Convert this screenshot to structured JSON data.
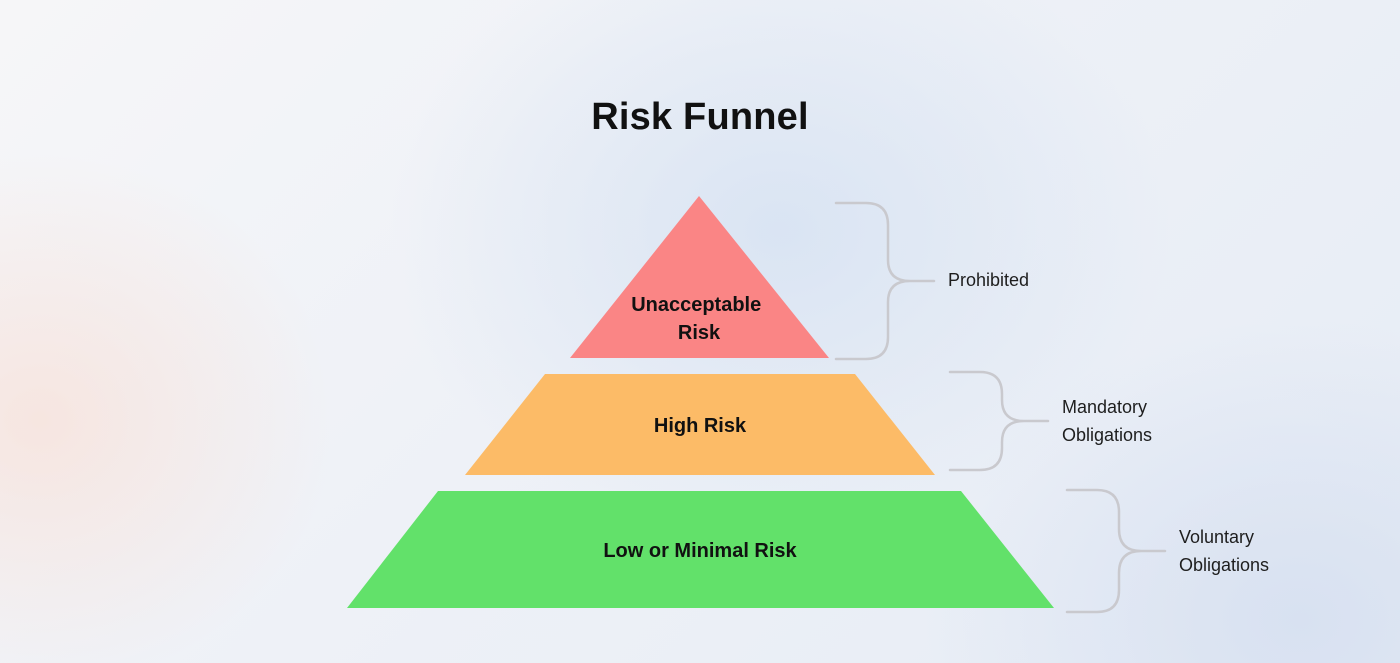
{
  "title": "Risk Funnel",
  "tiers": [
    {
      "label_lines": [
        "Unacceptable",
        "Risk"
      ],
      "color": "#fa8585"
    },
    {
      "label_lines": [
        "High Risk"
      ],
      "color": "#fcbb67"
    },
    {
      "label_lines": [
        "Low or Minimal Risk"
      ],
      "color": "#62e16a"
    }
  ],
  "brackets": [
    {
      "label_lines": [
        "Prohibited"
      ]
    },
    {
      "label_lines": [
        "Mandatory",
        "Obligations"
      ]
    },
    {
      "label_lines": [
        "Voluntary",
        "Obligations"
      ]
    }
  ]
}
